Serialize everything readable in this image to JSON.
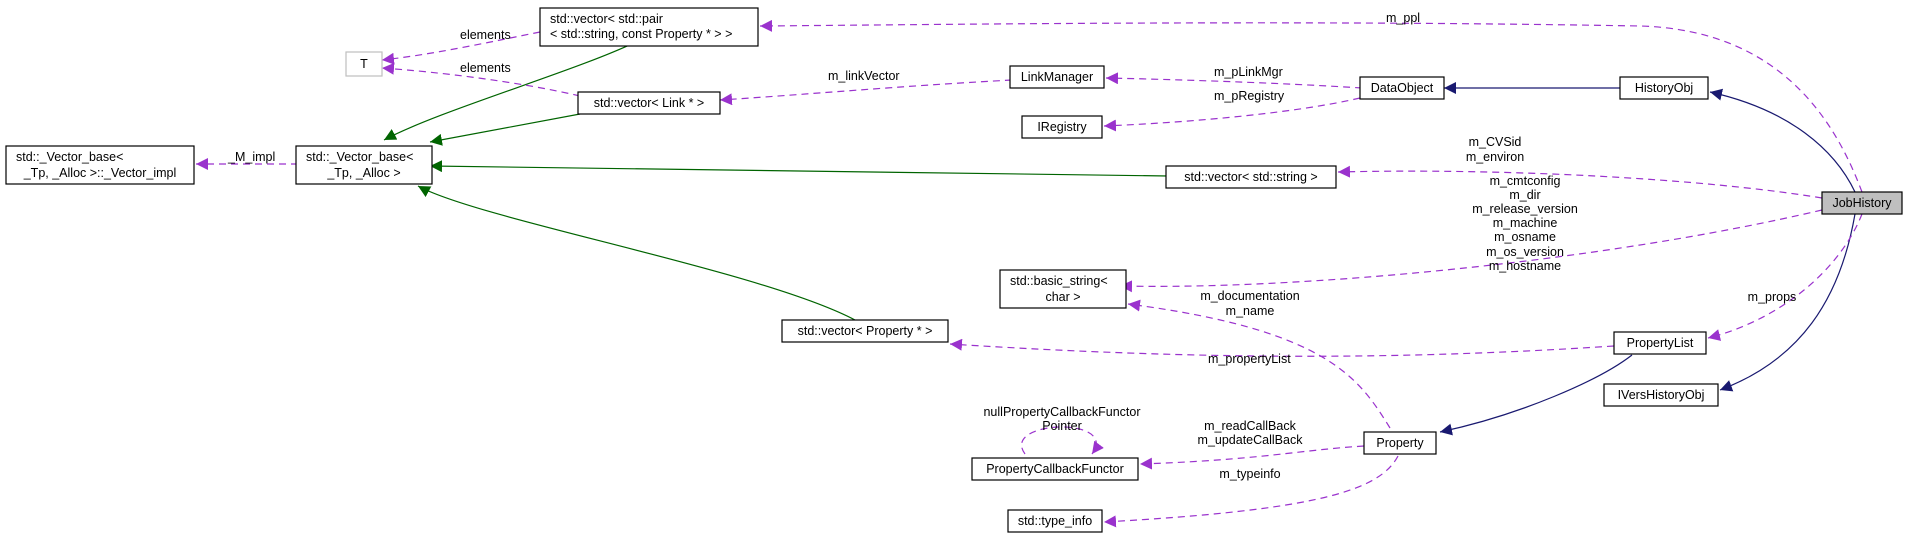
{
  "nodes": {
    "job_history": "JobHistory",
    "history_obj": "HistoryObj",
    "data_object": "DataObject",
    "link_manager": "LinkManager",
    "iregistry": "IRegistry",
    "vector_pair": [
      "std::vector< std::pair",
      "< std::string, const Property * > >"
    ],
    "t": "T",
    "vector_link": "std::vector< Link * >",
    "vector_base": [
      "std::_Vector_base<",
      "_Tp, _Alloc >"
    ],
    "vector_base_impl": [
      "std::_Vector_base<",
      "_Tp, _Alloc >::_Vector_impl"
    ],
    "vector_string": "std::vector< std::string >",
    "basic_string": [
      "std::basic_string<",
      "char >"
    ],
    "vector_property": "std::vector< Property * >",
    "property_list": "PropertyList",
    "ivers_history_obj": "IVersHistoryObj",
    "property": "Property",
    "property_callback_functor": "PropertyCallbackFunctor",
    "type_info": "std::type_info"
  },
  "edge_labels": {
    "m_ppl": "m_ppl",
    "elements_1": "elements",
    "elements_2": "elements",
    "m_linkvector": "m_linkVector",
    "m_plinkmgr": "m_pLinkMgr",
    "m_pregistry": "m_pRegistry",
    "m_impl": "_M_impl",
    "string_vector_members": [
      "m_CVSid",
      "m_environ"
    ],
    "string_members": [
      "m_cmtconfig",
      "m_dir",
      "m_release_version",
      "m_machine",
      "m_osname",
      "m_os_version",
      "m_hostname"
    ],
    "m_props": "m_props",
    "property_string_members": [
      "m_documentation",
      "m_name"
    ],
    "m_propertylist": "m_propertyList",
    "callback_self": [
      "nullPropertyCallbackFunctor",
      "Pointer"
    ],
    "callback_members": [
      "m_readCallBack",
      "m_updateCallBack"
    ],
    "m_typeinfo": "m_typeinfo"
  },
  "colors": {
    "inheritance": "#191970",
    "template": "#006400",
    "usage": "#9a32cd",
    "highlight_fill": "#bfbfbf",
    "gray_border": "#bfbfbf"
  }
}
